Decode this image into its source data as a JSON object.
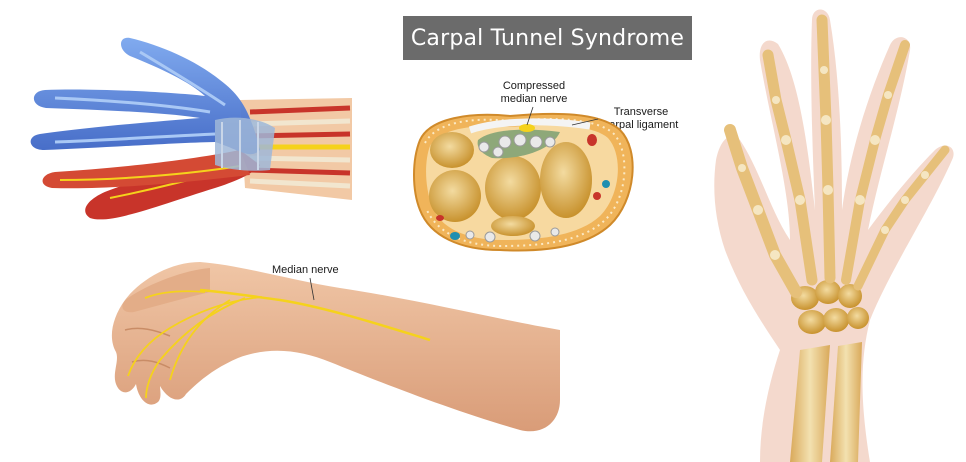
{
  "title": "Carpal Tunnel Syndrome",
  "labels": {
    "compressed_nerve": [
      "Compressed",
      "median nerve"
    ],
    "transverse_ligament": [
      "Transverse",
      "carpal ligament"
    ],
    "median_nerve": "Median nerve"
  },
  "colors": {
    "title_bg": "#6b6b6b",
    "skin": "#e9b896",
    "bone": "#e8c98a",
    "nerve": "#f5d21c",
    "muscle": "#c8342a",
    "tendon_sheath": "#4a7fd6",
    "bone_skeleton": "#e6c07a"
  }
}
